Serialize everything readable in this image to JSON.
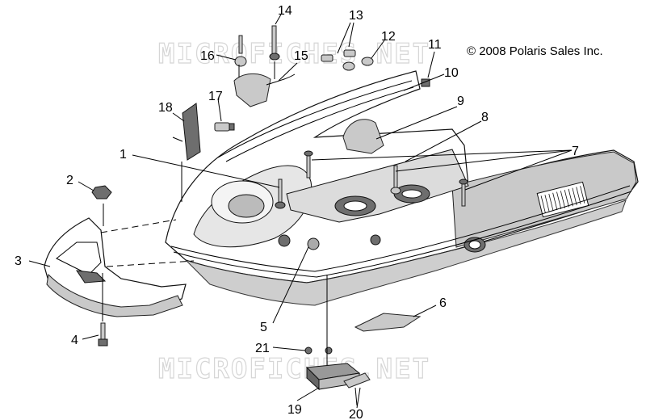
{
  "copyright": "© 2008 Polaris Sales Inc.",
  "watermarks": [
    "MICROFICHES.NET",
    "MICROFICHES.NET"
  ],
  "callouts": [
    "1",
    "2",
    "3",
    "4",
    "5",
    "6",
    "7",
    "8",
    "9",
    "10",
    "11",
    "12",
    "13",
    "14",
    "15",
    "16",
    "17",
    "18",
    "19",
    "20",
    "21"
  ]
}
